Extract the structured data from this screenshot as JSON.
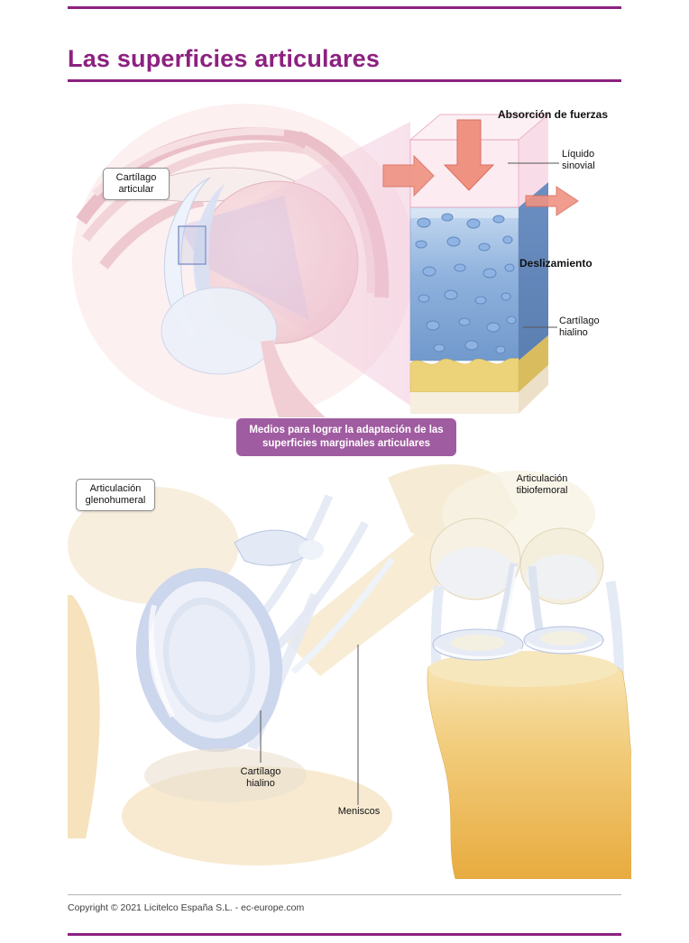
{
  "page": {
    "title": "Las superficies articulares",
    "copyright": "Copyright © 2021 Licitelco España S.L. - ec-europe.com"
  },
  "colors": {
    "accent": "#8C2180",
    "callout_bg": "#A05CA0"
  },
  "top_figure": {
    "label_cartilago_articular": "Cartílago articular",
    "label_absorcion": "Absorción de fuerzas",
    "label_liquido": "Líquido sinovial",
    "label_deslizamiento": "Deslizamiento",
    "label_cartilago_hialino": "Cartílago hialino"
  },
  "callout": {
    "text": "Medios para lograr la adaptación de las superficies marginales articulares"
  },
  "bottom_figure": {
    "label_glenohumeral": "Articulación glenohumeral",
    "label_tibiofemoral": "Articulación tibiofemoral",
    "label_cartilago_hialino": "Cartílago hialino",
    "label_meniscos": "Meniscos"
  }
}
